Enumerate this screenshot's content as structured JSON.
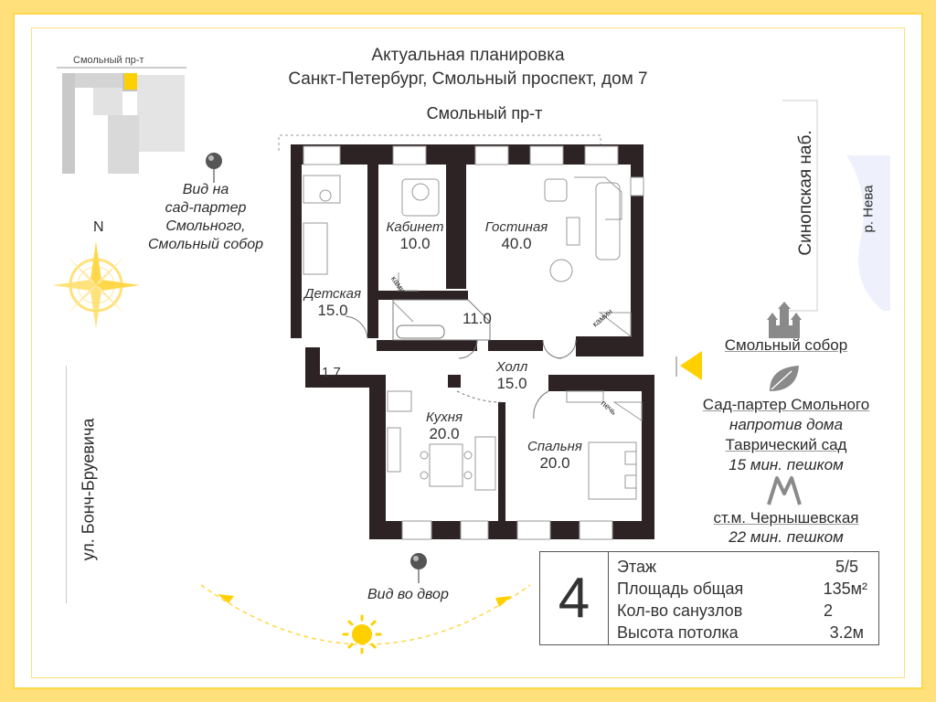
{
  "header": {
    "line1": "Актуальная планировка",
    "line2": "Санкт-Петербург, Смольный проспект, дом 7"
  },
  "streets": {
    "top": "Смольный пр-т",
    "minimap": "Смольный пр-т",
    "left": "ул. Бонч-Бруевича",
    "right": "Синопская наб.",
    "river": "р. Нева"
  },
  "compass": {
    "north": "N"
  },
  "views": {
    "garden": [
      "Вид на",
      "сад-партер",
      "Смольного,",
      "Смольный собор"
    ],
    "yard": "Вид во двор"
  },
  "rooms": [
    {
      "id": "nursery",
      "name": "Детская",
      "area": "15.0"
    },
    {
      "id": "study",
      "name": "Кабинет",
      "area": "10.0"
    },
    {
      "id": "living",
      "name": "Гостиная",
      "area": "40.0"
    },
    {
      "id": "bath",
      "name": "",
      "area": "11.0"
    },
    {
      "id": "wc",
      "name": "",
      "area": "1.7"
    },
    {
      "id": "hall",
      "name": "Холл",
      "area": "15.0"
    },
    {
      "id": "kitchen",
      "name": "Кухня",
      "area": "20.0"
    },
    {
      "id": "bedroom",
      "name": "Спальня",
      "area": "20.0"
    }
  ],
  "fixtures": {
    "fireplace1": "камин",
    "fireplace2": "камин",
    "stove": "печь"
  },
  "landmarks": {
    "cathedral": "Смольный собор",
    "garden_line1": "Сад-партер Смольного",
    "garden_line2": "напротив дома",
    "garden_line3": "Таврический сад",
    "garden_line4": "15 мин. пешком",
    "metro_line1": "ст.м. Чернышевская",
    "metro_line2": "22 мин. пешком"
  },
  "info": {
    "floor_number": "4",
    "rows": [
      {
        "label": "Этаж",
        "value": "5/5"
      },
      {
        "label": "Площадь общая",
        "value": "135м²"
      },
      {
        "label": "Кол-во санузлов",
        "value": "2"
      },
      {
        "label": "Высота потолка",
        "value": "3.2м"
      }
    ]
  },
  "colors": {
    "accent": "#ffd84a",
    "wall": "#2d2224",
    "text": "#333333"
  }
}
